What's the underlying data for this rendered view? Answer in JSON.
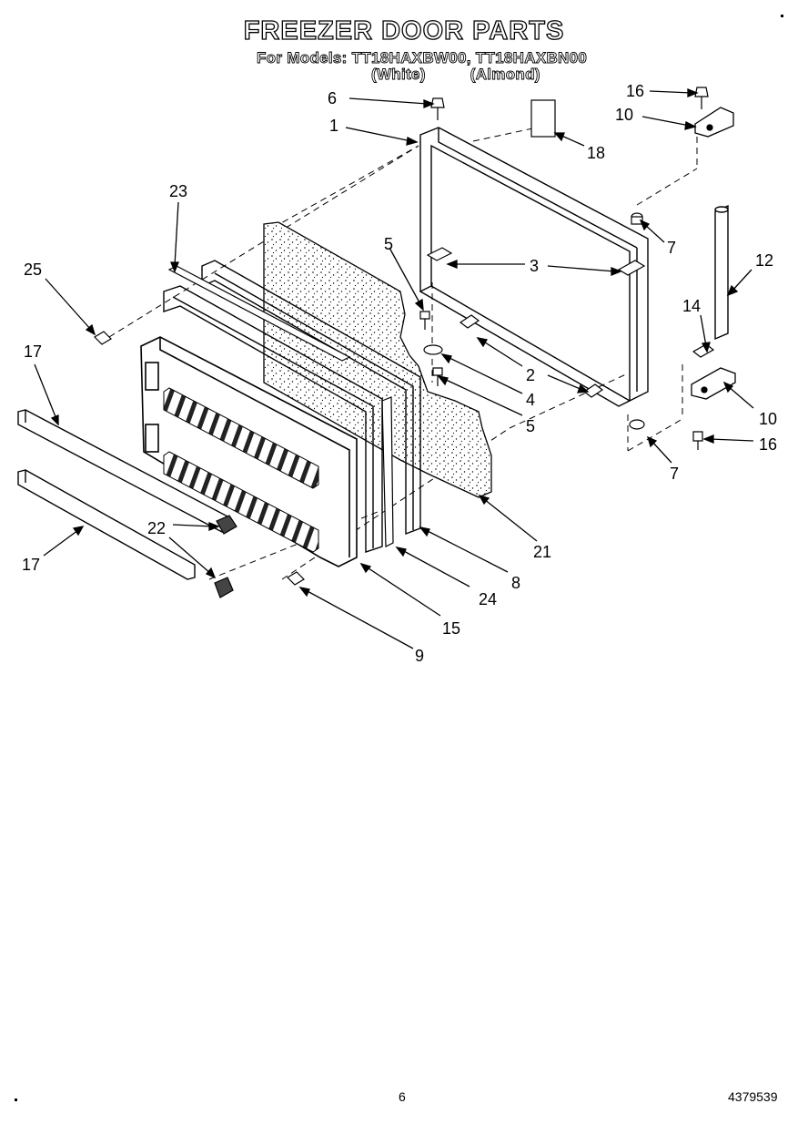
{
  "header": {
    "title": "FREEZER DOOR PARTS",
    "models_line": "For Models: TT18HAXBW00, TT18HAXBN00",
    "color_white": "(White)",
    "color_almond": "(Almond)"
  },
  "footer": {
    "page_number": "6",
    "document_number": "4379539"
  },
  "callouts": {
    "c1": "1",
    "c2": "2",
    "c3": "3",
    "c4": "4",
    "c5a": "5",
    "c5b": "5",
    "c6": "6",
    "c7a": "7",
    "c7b": "7",
    "c8": "8",
    "c9": "9",
    "c10a": "10",
    "c10b": "10",
    "c12": "12",
    "c14": "14",
    "c15": "15",
    "c16a": "16",
    "c16b": "16",
    "c17a": "17",
    "c17b": "17",
    "c18": "18",
    "c21": "21",
    "c22": "22",
    "c23": "23",
    "c24": "24",
    "c25": "25"
  }
}
